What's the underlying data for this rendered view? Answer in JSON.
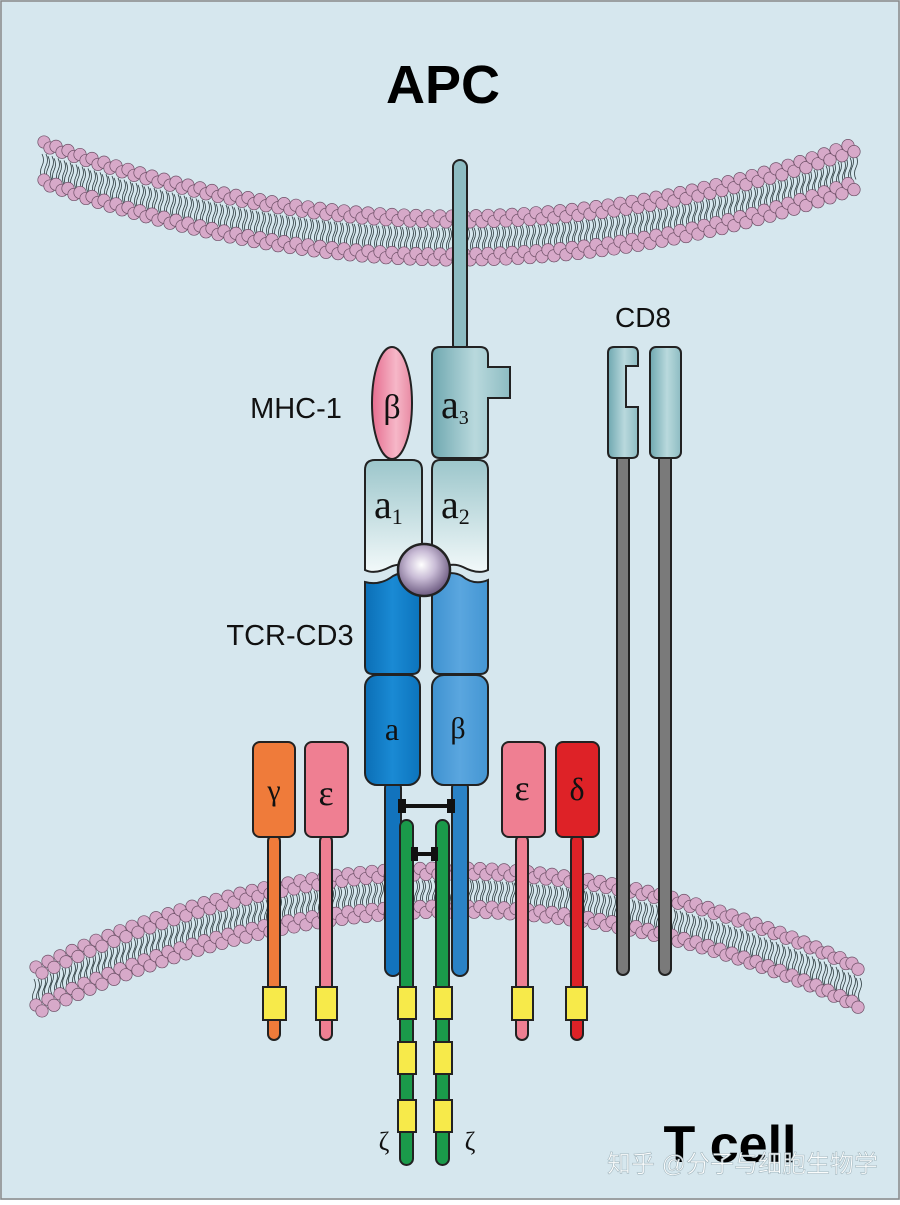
{
  "labels": {
    "apc": "APC",
    "t_cell": "T cell",
    "mhc": "MHC-1",
    "tcr_cd3": "TCR-CD3",
    "cd8": "CD8",
    "watermark": "知乎 @分子与细胞生物学"
  },
  "domains": {
    "beta2m": "β",
    "a3": "a",
    "a3_sub": "3",
    "a1": "a",
    "a1_sub": "1",
    "a2": "a",
    "a2_sub": "2",
    "tcr_alpha": "a",
    "tcr_beta": "β",
    "cd3_gamma": "γ",
    "cd3_epsilon_left": "ε",
    "cd3_epsilon_right": "ε",
    "cd3_delta": "δ",
    "zeta_left": "ζ",
    "zeta_right": "ζ"
  },
  "colors": {
    "background": "#d6e7ee",
    "lipid_head": "#d7a9c9",
    "mhc_teal": "#8dbcc2",
    "tcr_alpha_blue": "#0f7fc8",
    "tcr_beta_blue": "#4a9bd6",
    "cd3_gamma": "#ef7b3a",
    "cd3_epsilon": "#ef7f92",
    "cd3_delta": "#de2227",
    "zeta_green": "#1a9a4a",
    "itam_yellow": "#f7ea4a",
    "cd8_gray": "#7a7a7a",
    "peptide": "#8e7aa2"
  }
}
